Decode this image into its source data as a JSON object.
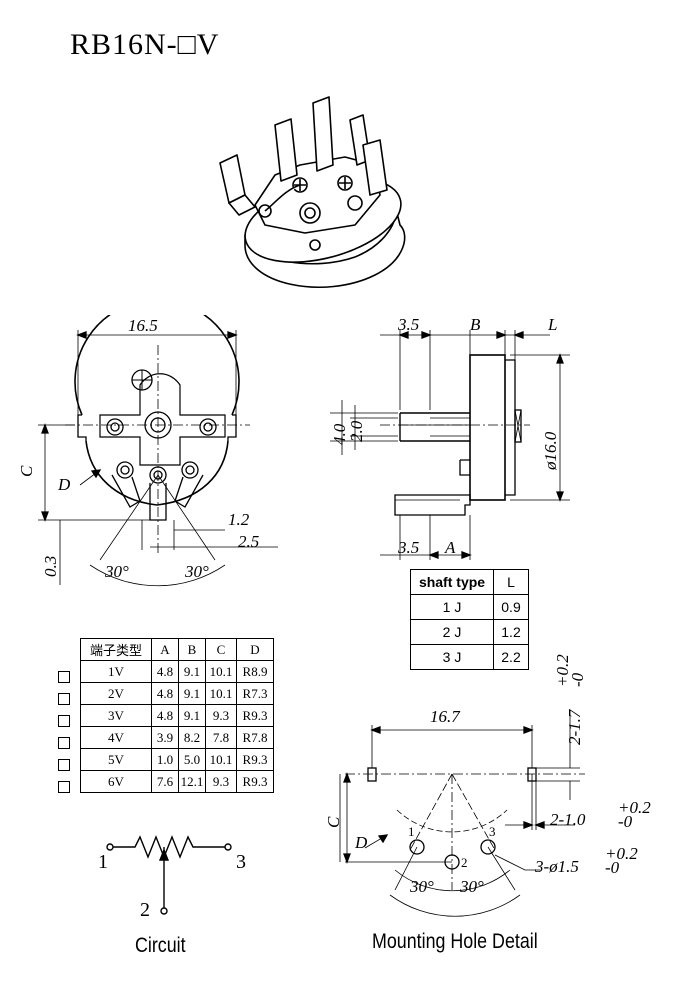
{
  "title": "RB16N-□V",
  "front_view": {
    "width": "16.5",
    "label_c": "C",
    "label_d": "D",
    "dim_1_2": "1.2",
    "dim_2_5": "2.5",
    "dim_0_3": "0.3",
    "angle_left": "30°",
    "angle_right": "30°"
  },
  "side_view": {
    "dim_3_5_top": "3.5",
    "label_b": "B",
    "label_l": "L",
    "dim_4_0": "4.0",
    "dim_2_0": "2.0",
    "dim_dia": "ø16.0",
    "dim_3_5_bottom": "3.5",
    "label_a": "A"
  },
  "shaft_table": {
    "headers": [
      "shaft type",
      "L"
    ],
    "rows": [
      [
        "1 J",
        "0.9"
      ],
      [
        "2 J",
        "1.2"
      ],
      [
        "3 J",
        "2.2"
      ]
    ]
  },
  "terminal_table": {
    "headers": [
      "端子类型",
      "A",
      "B",
      "C",
      "D"
    ],
    "rows": [
      [
        "1V",
        "4.8",
        "9.1",
        "10.1",
        "R8.9"
      ],
      [
        "2V",
        "4.8",
        "9.1",
        "10.1",
        "R7.3"
      ],
      [
        "3V",
        "4.8",
        "9.1",
        "9.3",
        "R9.3"
      ],
      [
        "4V",
        "3.9",
        "8.2",
        "7.8",
        "R7.8"
      ],
      [
        "5V",
        "1.0",
        "5.0",
        "10.1",
        "R9.3"
      ],
      [
        "6V",
        "7.6",
        "12.1",
        "9.3",
        "R9.3"
      ]
    ]
  },
  "circuit": {
    "pin1": "1",
    "pin2": "2",
    "pin3": "3",
    "caption": "Circuit"
  },
  "mounting": {
    "width": "16.7",
    "dim_slot_h": "2-1.7",
    "dim_slot_h_tol": "+0.2",
    "dim_slot_h_tol2": "-0",
    "dim_slot_w": "2-1.0",
    "dim_slot_w_tol": "+0.2",
    "dim_slot_w_tol2": "-0",
    "dim_holes": "3-ø1.5",
    "dim_holes_tol": "+0.2",
    "dim_holes_tol2": "-0",
    "label_c": "C",
    "label_d": "D",
    "hole1": "1",
    "hole2": "2",
    "hole3": "3",
    "angle_left": "30°",
    "angle_right": "30°",
    "caption": "Mounting Hole Detail"
  }
}
